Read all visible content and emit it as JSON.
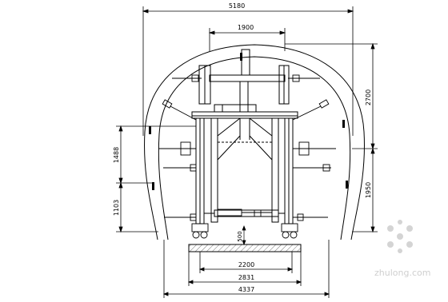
{
  "dimensions": {
    "top_width": "5180",
    "arch_span": "1900",
    "upper_height": "2700",
    "lower_height": "1950",
    "left_upper": "1488",
    "left_lower": "1103",
    "small_vertical": "500",
    "base_inner": "2200",
    "base_mid": "2831",
    "base_outer": "4337"
  },
  "watermark": {
    "text": "zhulong.com"
  },
  "colors": {
    "line": "#000000",
    "hatch": "#555555",
    "watermark": "#cfcfcf"
  }
}
